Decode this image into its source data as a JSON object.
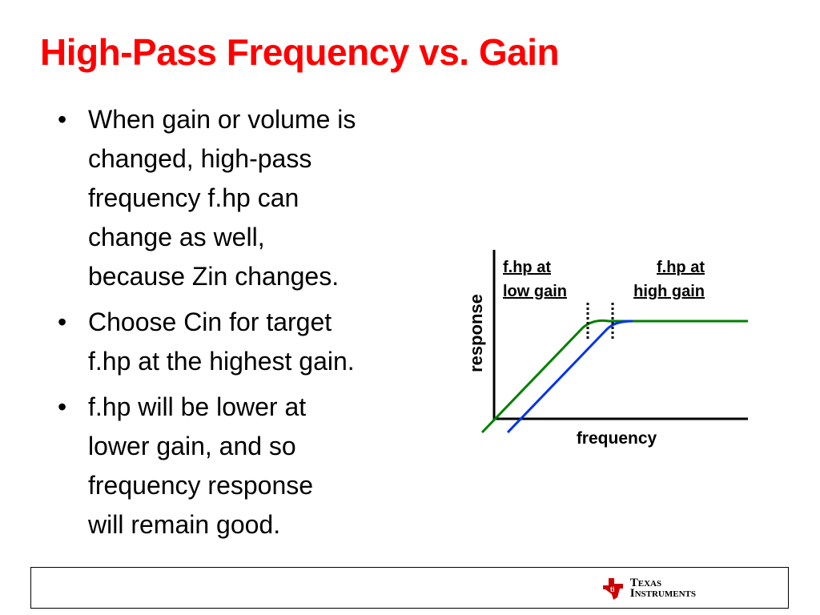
{
  "slide": {
    "title": "High-Pass Frequency vs. Gain",
    "bullets": [
      {
        "lines": [
          "When gain or volume is",
          "changed, high-pass",
          "frequency f.hp can",
          "change as well,",
          "because Zin changes."
        ]
      },
      {
        "lines": [
          "Choose Cin for target",
          "f.hp at the highest gain."
        ]
      },
      {
        "lines": [
          "f.hp will be lower at",
          "lower gain, and so",
          "frequency response",
          "will remain good."
        ]
      }
    ],
    "bullet_char": "•"
  },
  "diagram": {
    "y_axis_label": "response",
    "x_axis_label": "frequency",
    "label_low_gain": [
      "f.hp at",
      "low gain"
    ],
    "label_high_gain": [
      "f.hp at",
      "high gain"
    ],
    "colors": {
      "low_gain_curve": "#008000",
      "high_gain_curve": "#0033ee",
      "axes": "#000000"
    }
  },
  "footer": {
    "logo_line1": "Texas",
    "logo_line2": "Instruments"
  }
}
